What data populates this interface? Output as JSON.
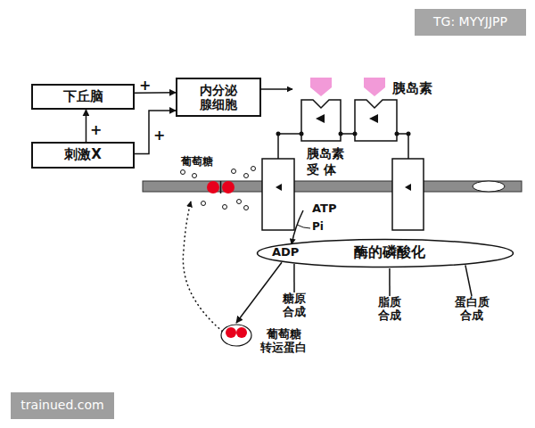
{
  "diagram": {
    "nodes": [
      {
        "text": [
          "下丘脑"
        ]
      },
      {
        "text": [
          "内分泌 腺细胞"
        ]
      },
      {
        "text": [
          "刺激X"
        ]
      },
      {
        "text": [
          "ADP",
          "酶的磷酸化"
        ]
      },
      {
        "text": [
          "糖原 合成"
        ]
      },
      {
        "text": [
          "脂质 合成"
        ]
      },
      {
        "text": [
          "蛋白质 合成"
        ]
      },
      {
        "text": [
          "葡萄糖 转运蛋白"
        ]
      }
    ],
    "edges": [
      {
        "from": 2,
        "to": 0,
        "arrow": "to",
        "label": "+"
      },
      {
        "from": 0,
        "to": 1,
        "arrow": "to",
        "label": "+"
      },
      {
        "from": 2,
        "to": 1,
        "arrow": "to",
        "label": "+"
      },
      {
        "from": 3,
        "to": 4,
        "arrow": "none"
      },
      {
        "from": 3,
        "to": 5,
        "arrow": "none"
      },
      {
        "from": 3,
        "to": 6,
        "arrow": "none"
      },
      {
        "from": 3,
        "to": 7,
        "arrow": "to"
      }
    ],
    "labels": [
      "胰岛素",
      "葡萄糖",
      "胰岛素 受 体",
      "ATP",
      "Pi",
      "TG: MYYJJPP",
      "trainued.com"
    ]
  }
}
